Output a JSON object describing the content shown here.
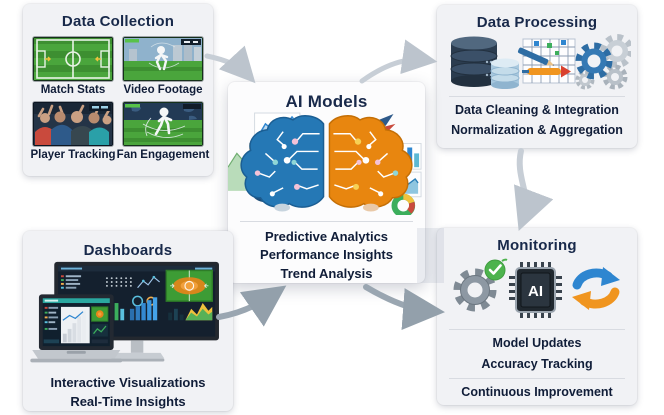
{
  "colors": {
    "title_text": "#18294a",
    "body_text": "#101d38",
    "box_bg": "#f1f2f5",
    "ai_box_bg": "#fcfcfd",
    "arrow_light": "#c7ced6",
    "arrow_dark": "#9aa6b1",
    "brain_left": "#2578b5",
    "brain_right": "#e8860f",
    "gear_blue": "#2e6da4",
    "check_green": "#4db34d",
    "refresh_blue": "#2e86d0",
    "refresh_orange": "#f0951f",
    "field_green": "#4aa53c"
  },
  "data_collection": {
    "title": "Data Collection",
    "items": [
      {
        "label": "Match Stats",
        "icon": "soccer-pitch-thumbnail"
      },
      {
        "label": "Video Footage",
        "icon": "video-analysis-thumbnail"
      },
      {
        "label": "Player Tracking",
        "icon": "fan-crowd-thumbnail"
      },
      {
        "label": "Fan Engagement",
        "icon": "running-player-thumbnail"
      }
    ]
  },
  "data_processing": {
    "title": "Data Processing",
    "icons": [
      "database-stack-icon",
      "spreadsheet-pencil-icon",
      "gears-icon"
    ],
    "lines": [
      "Data Cleaning & Integration",
      "Normalization & Aggregation"
    ]
  },
  "ai_models": {
    "title": "AI Models",
    "icons": [
      "brain-circuit-icon",
      "line-chart-icon",
      "donut-chart-icon",
      "phone-icon",
      "area-chart-icon",
      "bar-chart-icon",
      "pie-chart-icon",
      "trend-arrows-icon"
    ],
    "phone_glyph": "☎",
    "lines": [
      "Predictive Analytics",
      "Performance Insights",
      "Trend Analysis"
    ]
  },
  "dashboards": {
    "title": "Dashboards",
    "icons": [
      "monitor-dashboard-icon",
      "laptop-dashboard-icon"
    ],
    "lines": [
      "Interactive Visualizations",
      "Real-Time Insights"
    ]
  },
  "monitoring": {
    "title": "Monitoring",
    "icons": [
      "gear-check-icon",
      "ai-chip-icon",
      "refresh-arrows-icon"
    ],
    "chip_label": "AI",
    "lines": [
      "Model Updates",
      "Accuracy Tracking",
      "Continuous Improvement"
    ]
  }
}
